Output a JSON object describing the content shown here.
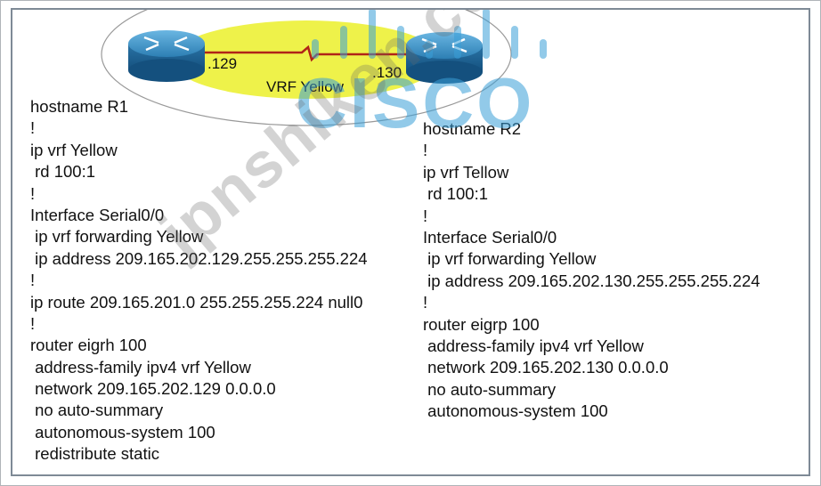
{
  "topology": {
    "r1_ip_label": ".129",
    "r2_ip_label": ".130",
    "vrf_label": "VRF Yellow"
  },
  "r1_config": [
    "hostname R1",
    "!",
    "ip vrf Yellow",
    " rd 100:1",
    "!",
    "Interface Serial0/0",
    " ip vrf forwarding Yellow",
    " ip address 209.165.202.129.255.255.255.224",
    "!",
    "ip route 209.165.201.0 255.255.255.224 null0",
    "!",
    "router eigrh 100",
    " address-family ipv4 vrf Yellow",
    " network 209.165.202.129 0.0.0.0",
    " no auto-summary",
    " autonomous-system 100",
    " redistribute static"
  ],
  "r2_config": [
    "hostname R2",
    "!",
    "ip vrf Tellow",
    " rd 100:1",
    "!",
    "Interface Serial0/0",
    " ip vrf forwarding Yellow",
    " ip address 209.165.202.130.255.255.255.224",
    "!",
    "router eigrp 100",
    " address-family ipv4 vrf Yellow",
    " network 209.165.202.130 0.0.0.0",
    " no auto-summary",
    " autonomous-system 100"
  ],
  "watermark": {
    "brand": "CISCO",
    "site": "jpnshiken.com"
  },
  "colors": {
    "router_blue": "#2d7fb4",
    "link_red": "#b02418",
    "vrf_yellow": "#eef24a",
    "watermark_blue": "#3a9fd8"
  }
}
